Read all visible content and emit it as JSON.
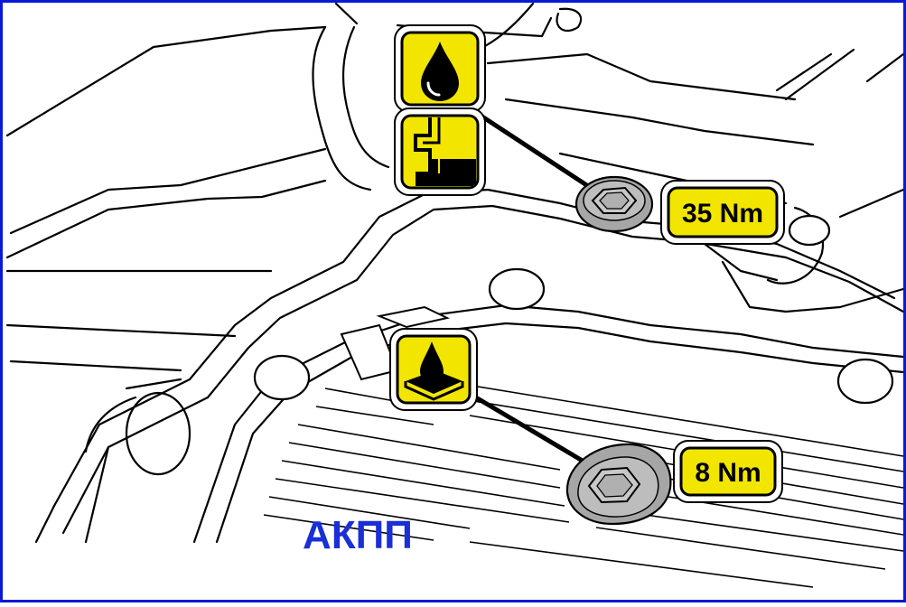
{
  "labels": {
    "upper_torque": "35 Nm",
    "lower_torque": "8 Nm",
    "caption": "АКПП"
  },
  "icons": {
    "upper_top": "oil-drop-icon",
    "upper_bottom": "oil-fill-level-icon",
    "lower": "oil-drain-icon"
  },
  "colors": {
    "frame": "#0a18d8",
    "caption": "#1a2fd6",
    "icon_fill": "#f2e600",
    "bolt": "#a6a6a6"
  }
}
